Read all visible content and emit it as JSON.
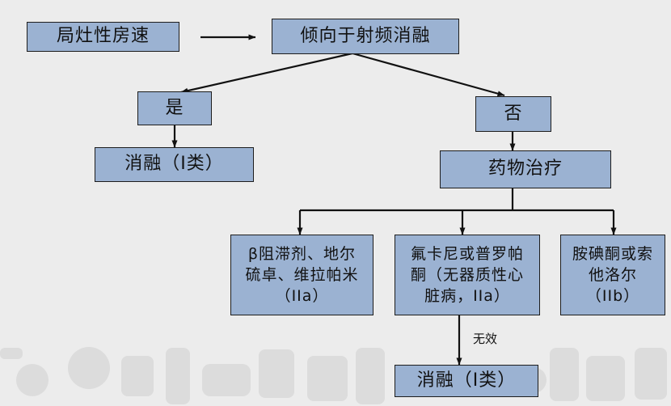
{
  "nodes": {
    "n1": "局灶性房速",
    "n2": "倾向于射频消融",
    "yes": "是",
    "no": "否",
    "ablation1": "消融（I类）",
    "drug": "药物治疗",
    "opt1": "β阻滞剂、地尔硫卓、维拉帕米（IIa）",
    "opt2": "氟卡尼或普罗帕酮（无器质性心脏病，IIa）",
    "opt3": "胺碘酮或索他洛尔（IIb）",
    "ablation2": "消融（I类）"
  },
  "edges": {
    "ineffective": "无效"
  },
  "colors": {
    "box_fill": "#9bb2d2",
    "box_border": "#1d1d1d",
    "line": "#111111",
    "background": "#ececec"
  }
}
